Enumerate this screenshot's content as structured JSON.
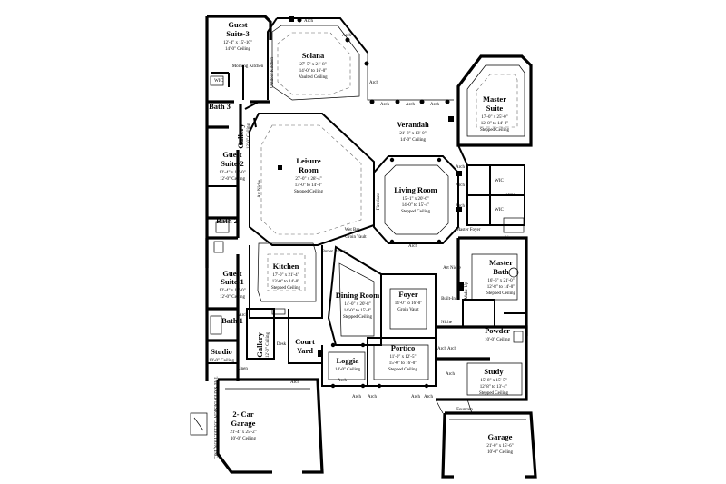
{
  "rooms": [
    {
      "id": "guest-suite-3",
      "name_lines": [
        "Guest",
        "Suite-3"
      ],
      "dims": [
        "12'-4\" x 15'-10\"",
        "14'-0\" Ceiling"
      ]
    },
    {
      "id": "solana",
      "name_lines": [
        "Solana"
      ],
      "dims": [
        "27'-5\" x 21'-8\"",
        "14'-0\" to 16'-0\"",
        "Vaulted Ceiling"
      ]
    },
    {
      "id": "master-suite",
      "name_lines": [
        "Master",
        "Suite"
      ],
      "dims": [
        "17'-0\" x 25'-0\"",
        "12'-8\" to 14'-0\"",
        "Stepped Ceiling"
      ]
    },
    {
      "id": "verandah",
      "name_lines": [
        "Verandah"
      ],
      "dims": [
        "21'-8\" x 13'-0\"",
        "14'-0\" Ceiling"
      ]
    },
    {
      "id": "leisure-room",
      "name_lines": [
        "Leisure",
        "Room"
      ],
      "dims": [
        "27'-0\" x 28'-4\"",
        "13'-0\" to 14'-0\"",
        "Stepped Ceiling"
      ]
    },
    {
      "id": "guest-suite-2",
      "name_lines": [
        "Guest",
        "Suite-2"
      ],
      "dims": [
        "12'-4\" x 14'-0\"",
        "12'-0\" Ceiling"
      ]
    },
    {
      "id": "living-room",
      "name_lines": [
        "Living Room"
      ],
      "dims": [
        "15'-1\" x 20'-6\"",
        "14'-0\" to 15'-4\"",
        "Stepped Ceiling"
      ]
    },
    {
      "id": "kitchen",
      "name_lines": [
        "Kitchen"
      ],
      "dims": [
        "17'-0\" x 21'-4\"",
        "13'-0\" to 14'-0\"",
        "Stepped Ceiling"
      ]
    },
    {
      "id": "guest-suite-1",
      "name_lines": [
        "Guest",
        "Suite-1"
      ],
      "dims": [
        "12'-4\" x 15'-0\"",
        "12'-0\" Ceiling"
      ]
    },
    {
      "id": "master-bath",
      "name_lines": [
        "Master",
        "Bath"
      ],
      "dims": [
        "16'-6\" x 21'-0\"",
        "12'-8\" to 14'-0\"",
        "Stepped Ceiling"
      ]
    },
    {
      "id": "dining-room",
      "name_lines": [
        "Dining Room"
      ],
      "dims": [
        "14'-0\" x 20'-8\"",
        "14'-0\" to 15'-4\"",
        "Stepped Ceiling"
      ]
    },
    {
      "id": "foyer",
      "name_lines": [
        "Foyer"
      ],
      "dims": [
        "14'-0\" to 16'-0\"",
        "Groin Vault"
      ]
    },
    {
      "id": "powder",
      "name_lines": [
        "Powder"
      ],
      "dims": [
        "10'-0\" Ceiling"
      ]
    },
    {
      "id": "studio",
      "name_lines": [
        "Studio"
      ],
      "dims": [
        "10'-0\" Ceiling"
      ]
    },
    {
      "id": "court-yard",
      "name_lines": [
        "Court",
        "Yard"
      ],
      "dims": []
    },
    {
      "id": "portico",
      "name_lines": [
        "Portico"
      ],
      "dims": [
        "11'-0\" x 12'-5\"",
        "15'-0\" to 16'-0\"",
        "Stepped Ceiling"
      ]
    },
    {
      "id": "study",
      "name_lines": [
        "Study"
      ],
      "dims": [
        "15'-8\" x 15'-5\"",
        "12'-8\" to 13'-4\"",
        "Stepped Ceiling"
      ]
    },
    {
      "id": "loggia",
      "name_lines": [
        "Loggia"
      ],
      "dims": [
        "14'-0\" Ceiling"
      ]
    },
    {
      "id": "two-car-garage",
      "name_lines": [
        "2- Car",
        "Garage"
      ],
      "dims": [
        "21'-4\" x 25'-2\"",
        "10'-0\" Ceiling"
      ]
    },
    {
      "id": "garage",
      "name_lines": [
        "Garage"
      ],
      "dims": [
        "21'-0\" x 15'-6\"",
        "10'-0\" Ceiling"
      ]
    },
    {
      "id": "bath-3",
      "name_lines": [
        "Bath 3"
      ],
      "dims": []
    },
    {
      "id": "bath-2",
      "name_lines": [
        "Bath 2"
      ],
      "dims": []
    },
    {
      "id": "bath-1",
      "name_lines": [
        "Bath 1"
      ],
      "dims": []
    },
    {
      "id": "gallery-upper",
      "name_lines": [
        "Gallery"
      ],
      "dims": [
        "12'-0\" Ceiling"
      ]
    },
    {
      "id": "gallery-lower",
      "name_lines": [
        "Gallery"
      ],
      "dims": [
        "12'-0\" Ceiling"
      ]
    }
  ],
  "labels": {
    "arch": "Arch",
    "wic": "WIC",
    "island": "Island",
    "linen": "Linen",
    "niche": "Niche",
    "built_in": "Built-In",
    "fireplace": "Fireplace",
    "fountain": "Fountain",
    "morning_kitchen": "Morning Kitchen",
    "outdoor_kitchen": "Outdoor Kitchen",
    "wet_bar": "Wet Bar",
    "groin_vault": "Groin Vault",
    "butler_pantry": "Butler Pantry",
    "master_foyer": "Master Foyer",
    "art_niche": "Art Niche",
    "make_up": "Make-Up",
    "desk": "Desk",
    "linen_closet": "Linen"
  },
  "copyright": "THE SATER DESIGN COLLECTION, INC."
}
